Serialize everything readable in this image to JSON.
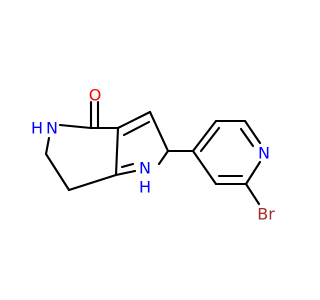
{
  "structure": {
    "atoms": [
      {
        "id": "O",
        "text": "O",
        "color": "#ff0000"
      },
      {
        "id": "N5",
        "text": "N",
        "color": "#0000ff"
      },
      {
        "id": "H5",
        "text": "H",
        "color": "#0000ff"
      },
      {
        "id": "N1",
        "text": "N",
        "color": "#0000ff"
      },
      {
        "id": "H1",
        "text": "H",
        "color": "#0000ff"
      },
      {
        "id": "Npy",
        "text": "N",
        "color": "#0000ff"
      },
      {
        "id": "Br",
        "text": "Br",
        "color": "#a52a2a"
      }
    ]
  }
}
